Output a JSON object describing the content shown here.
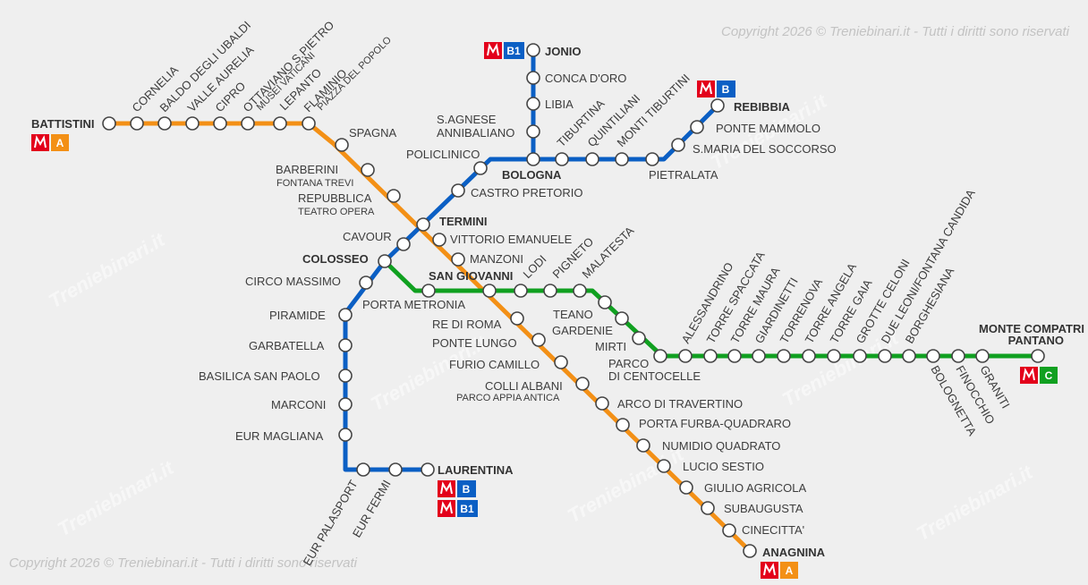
{
  "copyright_top": "Copyright 2026 © Treniebinari.it - Tutti i diritti sono riservati",
  "copyright_bottom": "Copyright 2026 © Treniebinari.it - Tutti i diritti sono riservati",
  "watermark": "Treniebinari.it",
  "colors": {
    "line_a": "#f39016",
    "line_b": "#0b5fc4",
    "line_c": "#10a020",
    "metro_logo": "#e3001b",
    "background": "#efefef"
  },
  "metro_icon": "metro-m-logo-icon",
  "badges": {
    "a": "A",
    "b": "B",
    "b1": "B1",
    "c": "C"
  },
  "terminals": {
    "battistini": "BATTISTINI",
    "anagnina": "ANAGNINA",
    "jonio": "JONIO",
    "rebibbia": "REBIBBIA",
    "laurentina": "LAURENTINA",
    "monte_compatri": "MONTE COMPATRI",
    "pantano": "PANTANO"
  },
  "line_a": {
    "cornelia": "CORNELIA",
    "baldo": "BALDO DEGLI UBALDI",
    "valle_aurelia": "VALLE AURELIA",
    "cipro": "CIPRO",
    "ottaviano": "OTTAVIANO S.PIETRO",
    "ottaviano_sub": "MUSEI VATICANI",
    "lepanto": "LEPANTO",
    "flaminio": "FLAMINIO",
    "flaminio_sub": "PIAZZA DEL POPOLO",
    "spagna": "SPAGNA",
    "barberini": "BARBERINI",
    "barberini_sub": "FONTANA TREVI",
    "repubblica": "REPUBBLICA",
    "repubblica_sub": "TEATRO OPERA",
    "vittorio": "VITTORIO EMANUELE",
    "manzoni": "MANZONI",
    "re_di_roma": "RE DI ROMA",
    "ponte_lungo": "PONTE LUNGO",
    "furio": "FURIO CAMILLO",
    "colli": "COLLI ALBANI",
    "colli_sub": "PARCO APPIA ANTICA",
    "arco": "ARCO DI TRAVERTINO",
    "porta_furba": "PORTA FURBA-QUADRARO",
    "numidio": "NUMIDIO QUADRATO",
    "lucio": "LUCIO SESTIO",
    "giulio": "GIULIO AGRICOLA",
    "subaugusta": "SUBAUGUSTA",
    "cinecitta": "CINECITTA'"
  },
  "line_b": {
    "conca": "CONCA D'ORO",
    "libia": "LIBIA",
    "s_agnese": "S.AGNESE",
    "annibaliano": "ANNIBALIANO",
    "tiburtina": "TIBURTINA",
    "quintiliani": "QUINTILIANI",
    "monti_tiburtini": "MONTI TIBURTINI",
    "pietralata": "PIETRALATA",
    "s_maria": "S.MARIA DEL SOCCORSO",
    "ponte_mammolo": "PONTE MAMMOLO",
    "policlinico": "POLICLINICO",
    "castro": "CASTRO PRETORIO",
    "cavour": "CAVOUR",
    "circo": "CIRCO MASSIMO",
    "piramide": "PIRAMIDE",
    "garbatella": "GARBATELLA",
    "basilica": "BASILICA SAN PAOLO",
    "marconi": "MARCONI",
    "eur_magliana": "EUR MAGLIANA",
    "eur_palasport": "EUR PALASPORT",
    "eur_fermi": "EUR FERMI"
  },
  "interchanges": {
    "termini": "TERMINI",
    "bologna": "BOLOGNA",
    "colosseo": "COLOSSEO",
    "san_giovanni": "SAN GIOVANNI"
  },
  "line_c": {
    "porta_metronia": "PORTA METRONIA",
    "lodi": "LODI",
    "pigneto": "PIGNETO",
    "malatesta": "MALATESTA",
    "teano": "TEANO",
    "gardenie": "GARDENIE",
    "mirti": "MIRTI",
    "parco": "PARCO",
    "parco2": "DI CENTOCELLE",
    "alessandrino": "ALESSANDRINO",
    "torre_spaccata": "TORRE SPACCATA",
    "torre_maura": "TORRE MAURA",
    "giardinetti": "GIARDINETTI",
    "torrenova": "TORRENOVA",
    "torre_angela": "TORRE ANGELA",
    "torre_gaia": "TORRE GAIA",
    "grotte_celoni": "GROTTE CELONI",
    "due_leoni": "DUE LEONI/FONTANA CANDIDA",
    "borghesiana": "BORGHESIANA",
    "bolognetta": "BOLOGNETTA",
    "finocchio": "FINOCCHIO",
    "graniti": "GRANITI"
  }
}
